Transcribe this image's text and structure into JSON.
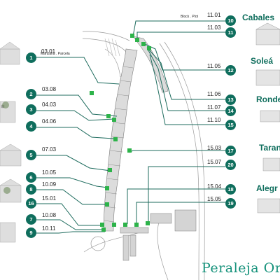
{
  "header_note": "Block . Plot",
  "left_note": "Manzana . Parcela",
  "brand": "Peraleja Or",
  "colors": {
    "teal": "#0f6e5d",
    "accent": "#2db34a",
    "line": "#1d6b5d"
  },
  "markers": [
    {
      "num": "1",
      "code": "03.01"
    },
    {
      "num": "2",
      "code": "03.08"
    },
    {
      "num": "3",
      "code": "04.03"
    },
    {
      "num": "4",
      "code": "04.06"
    },
    {
      "num": "5",
      "code": "07.03"
    },
    {
      "num": "6",
      "code": "10.05"
    },
    {
      "num": "8",
      "code": "10.09"
    },
    {
      "num": "16",
      "code": "15.01"
    },
    {
      "num": "7",
      "code": "10.08"
    },
    {
      "num": "9",
      "code": "10.11"
    },
    {
      "num": "10",
      "code": "11.01"
    },
    {
      "num": "11",
      "code": "11.03"
    },
    {
      "num": "12",
      "code": "11.05"
    },
    {
      "num": "13",
      "code": "11.06"
    },
    {
      "num": "14",
      "code": "11.07"
    },
    {
      "num": "15",
      "code": "11.10"
    },
    {
      "num": "17",
      "code": "15.03"
    },
    {
      "num": "20",
      "code": "15.07"
    },
    {
      "num": "18",
      "code": "15.04"
    },
    {
      "num": "19",
      "code": "15.05"
    }
  ],
  "models": [
    "Cabales",
    "Soleá",
    "Ronde",
    "Taran",
    "Alegr"
  ]
}
